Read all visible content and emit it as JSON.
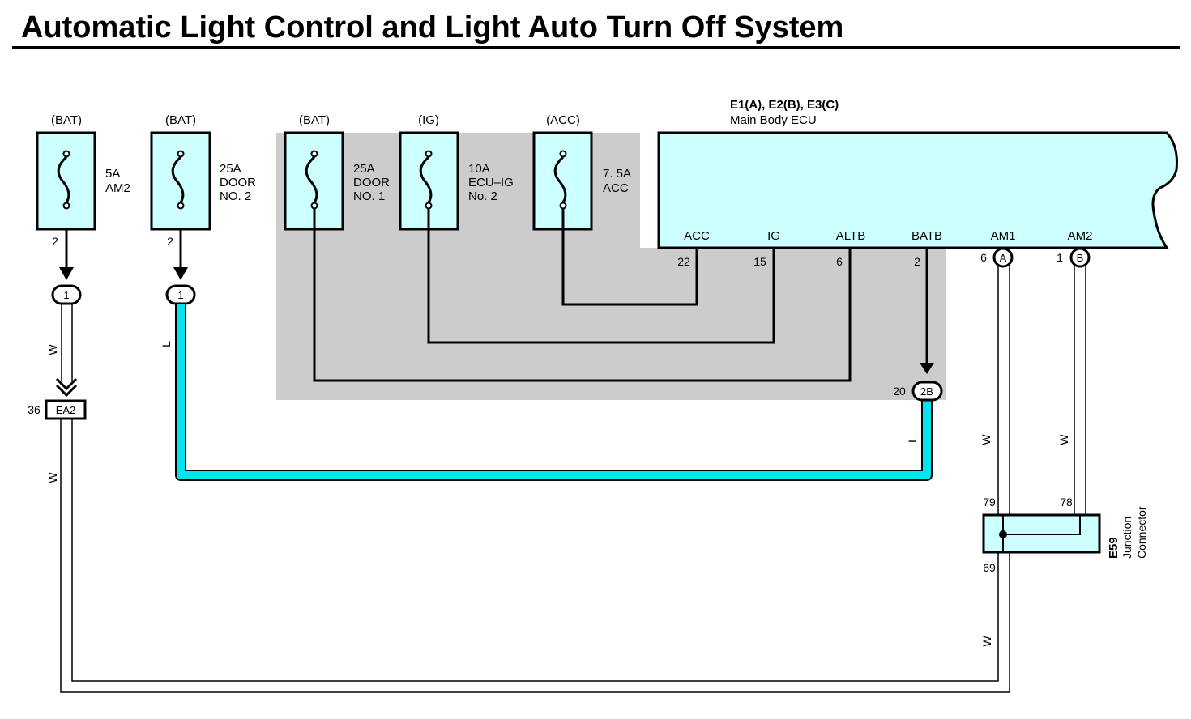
{
  "title": "Automatic Light Control and Light Auto Turn Off System",
  "colors": {
    "fill": "#ccffff",
    "shade": "#cccccc",
    "wire_l": "#00e5ee",
    "line": "#000000"
  },
  "fuses": [
    {
      "source": "(BAT)",
      "line1": "5A",
      "line2": "AM2",
      "line3": "",
      "pin": "2"
    },
    {
      "source": "(BAT)",
      "line1": "25A",
      "line2": "DOOR",
      "line3": "NO. 2",
      "pin": "2"
    },
    {
      "source": "(BAT)",
      "line1": "25A",
      "line2": "DOOR",
      "line3": "NO. 1",
      "pin": ""
    },
    {
      "source": "(IG)",
      "line1": "10A",
      "line2": "ECU–IG",
      "line3": "No. 2",
      "pin": ""
    },
    {
      "source": "(ACC)",
      "line1": "7. 5A",
      "line2": "ACC",
      "line3": "",
      "pin": ""
    }
  ],
  "ecu": {
    "code": "E1(A), E2(B), E3(C)",
    "name": "Main Body ECU",
    "terminals": [
      {
        "name": "ACC",
        "pin": "22",
        "connector": ""
      },
      {
        "name": "IG",
        "pin": "15",
        "connector": ""
      },
      {
        "name": "ALTB",
        "pin": "6",
        "connector": ""
      },
      {
        "name": "BATB",
        "pin": "2",
        "connector": ""
      },
      {
        "name": "AM1",
        "pin": "6",
        "connector": "A"
      },
      {
        "name": "AM2",
        "pin": "1",
        "connector": "B"
      }
    ]
  },
  "connectors": {
    "c1a": "1",
    "c1b": "1",
    "ea2": {
      "label": "EA2",
      "pin": "36"
    },
    "c2b": {
      "label": "2B",
      "pin": "20"
    }
  },
  "wire_colors": {
    "w": "W",
    "l": "L"
  },
  "junction": {
    "code": "E59",
    "name1": "Junction",
    "name2": "Connector",
    "pin_a": "79",
    "pin_b": "78",
    "pin_c": "69"
  }
}
